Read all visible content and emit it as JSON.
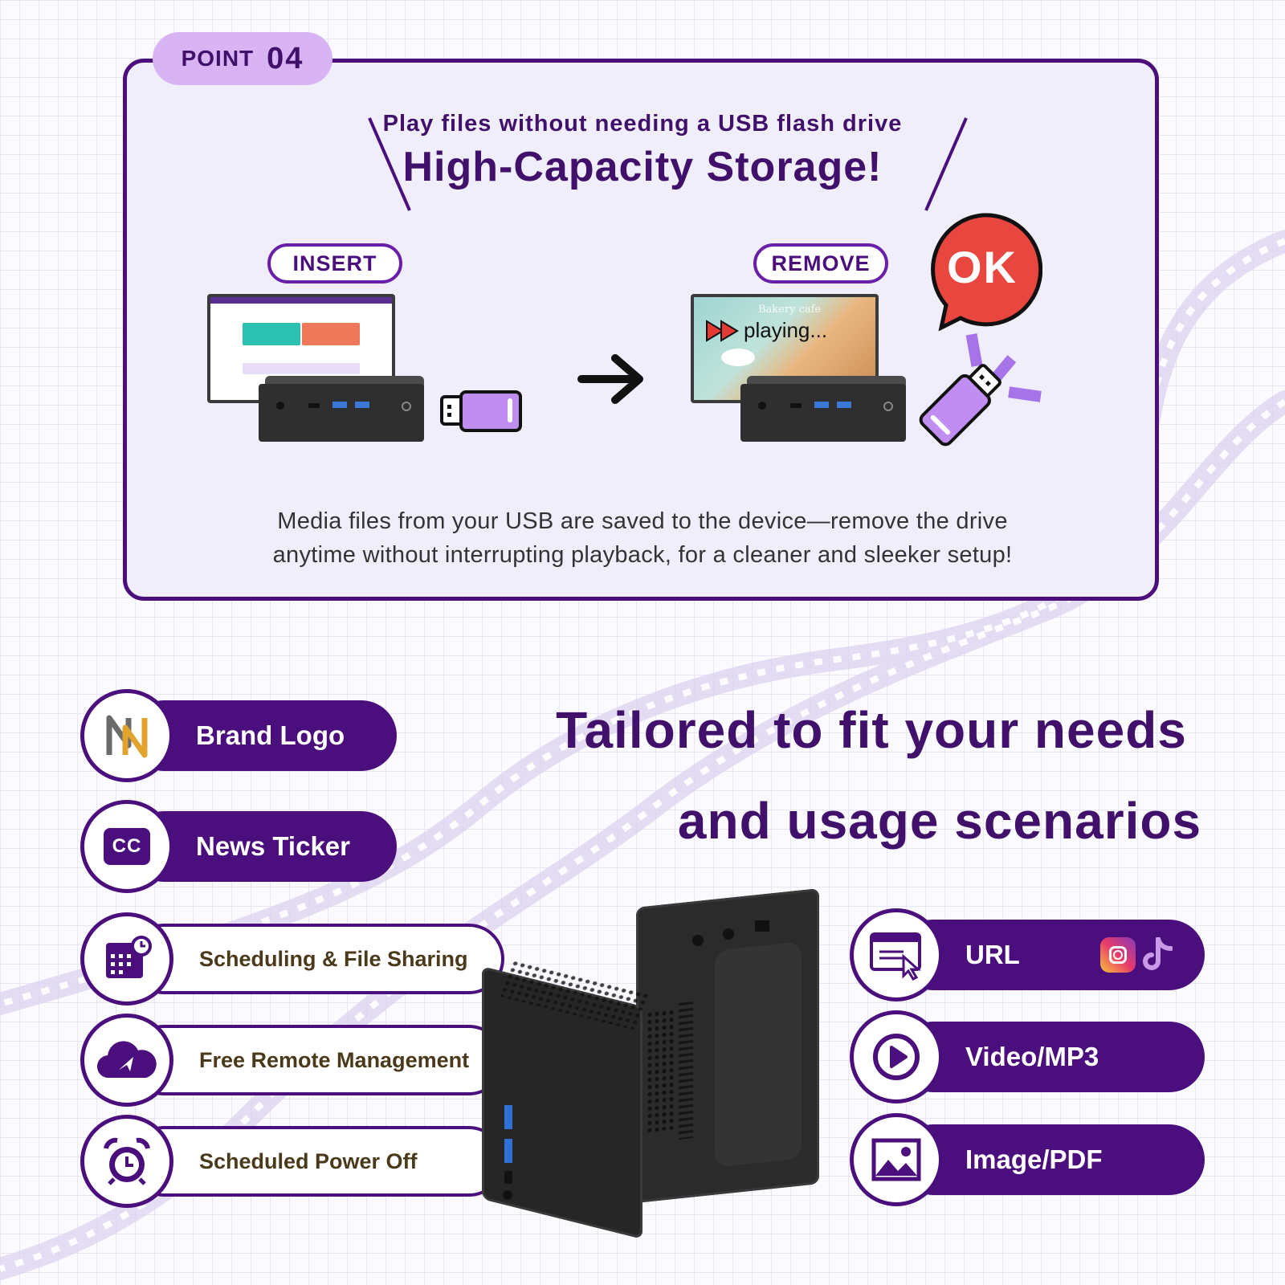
{
  "point": {
    "label": "POINT",
    "number": "04"
  },
  "header": {
    "subtitle": "Play files without needing a USB flash drive",
    "title": "High-Capacity Storage!"
  },
  "steps": {
    "insert_label": "INSERT",
    "remove_label": "REMOVE",
    "ok_label": "OK",
    "screen_status": "playing...",
    "screen_overlay": "Bakery cafe"
  },
  "description": {
    "line1": "Media files from your USB are saved to the device—remove the drive",
    "line2": "anytime without interrupting playback, for a cleaner and sleeker setup!"
  },
  "tagline": {
    "line1": "Tailored to fit your needs",
    "line2": "and usage scenarios"
  },
  "left_features": [
    {
      "label": "Brand Logo",
      "icon": "brand-logo-icon"
    },
    {
      "label": "News Ticker",
      "icon": "cc-icon"
    },
    {
      "label": "Scheduling & File Sharing",
      "icon": "calendar-clock-icon"
    },
    {
      "label": "Free Remote Management",
      "icon": "cloud-send-icon"
    },
    {
      "label": "Scheduled Power Off",
      "icon": "alarm-clock-icon"
    }
  ],
  "right_features": [
    {
      "label": "URL",
      "icon": "browser-cursor-icon",
      "extra_icons": [
        "instagram-icon",
        "tiktok-icon"
      ]
    },
    {
      "label": "Video/MP3",
      "icon": "play-icon"
    },
    {
      "label": "Image/PDF",
      "icon": "image-icon"
    }
  ],
  "colors": {
    "primary": "#4b0f7d",
    "accent_light": "#d8b4f5",
    "ok_red": "#e8463f",
    "usb_purple": "#c08ef0",
    "card_bg": "#f1eefc"
  }
}
